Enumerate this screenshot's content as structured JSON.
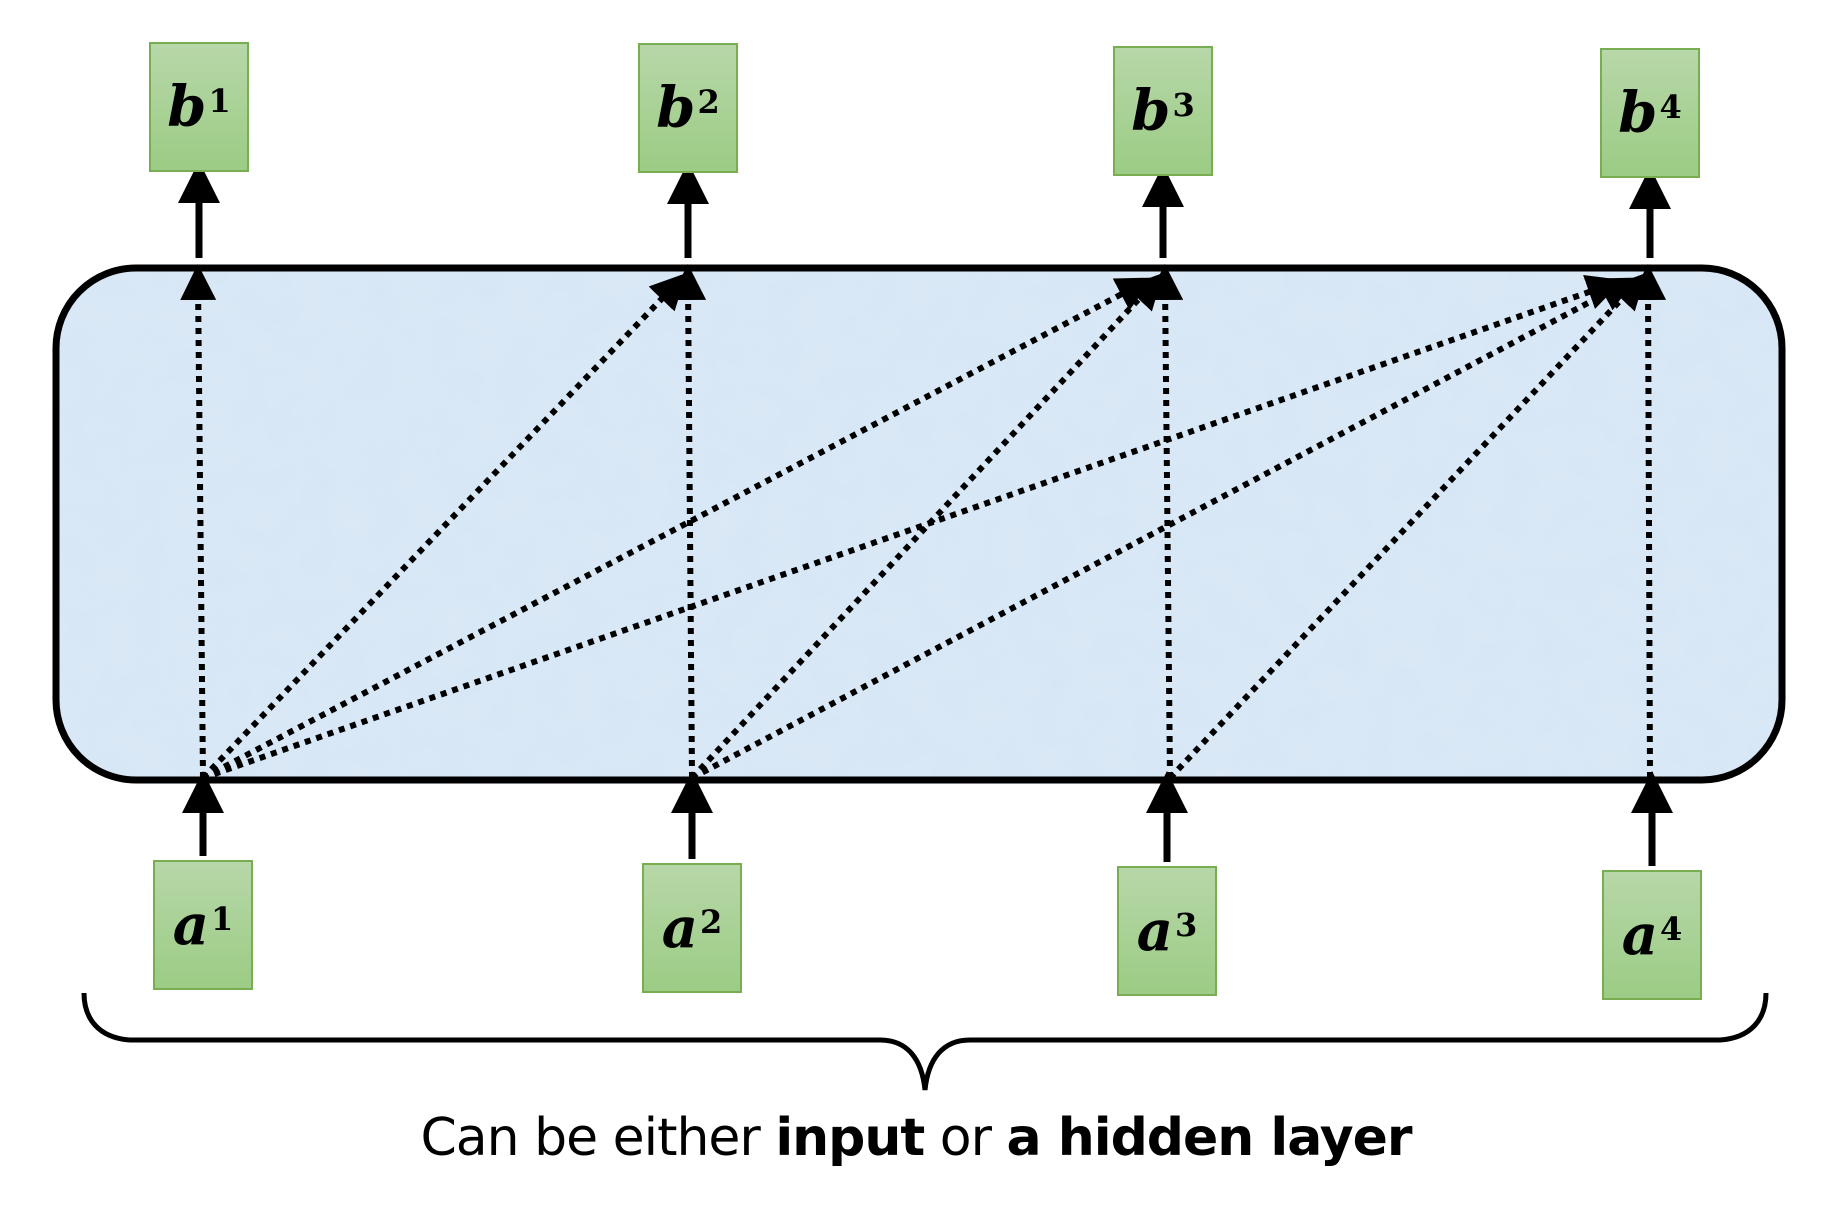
{
  "outputs": [
    {
      "var": "b",
      "index": "1"
    },
    {
      "var": "b",
      "index": "2"
    },
    {
      "var": "b",
      "index": "3"
    },
    {
      "var": "b",
      "index": "4"
    }
  ],
  "inputs": [
    {
      "var": "a",
      "index": "1"
    },
    {
      "var": "a",
      "index": "2"
    },
    {
      "var": "a",
      "index": "3"
    },
    {
      "var": "a",
      "index": "4"
    }
  ],
  "caption": {
    "part1": "Can be either ",
    "part2": "input",
    "part3": " or ",
    "part4": "a hidden layer"
  },
  "colors": {
    "node_fill": "#a8d08d",
    "node_border": "#78ad52",
    "layer_fill": "#d6e6f5",
    "line": "#000000"
  },
  "connections": [
    [
      1,
      1
    ],
    [
      1,
      2
    ],
    [
      1,
      3
    ],
    [
      1,
      4
    ],
    [
      2,
      2
    ],
    [
      2,
      3
    ],
    [
      2,
      4
    ],
    [
      3,
      3
    ],
    [
      3,
      4
    ],
    [
      4,
      4
    ]
  ]
}
